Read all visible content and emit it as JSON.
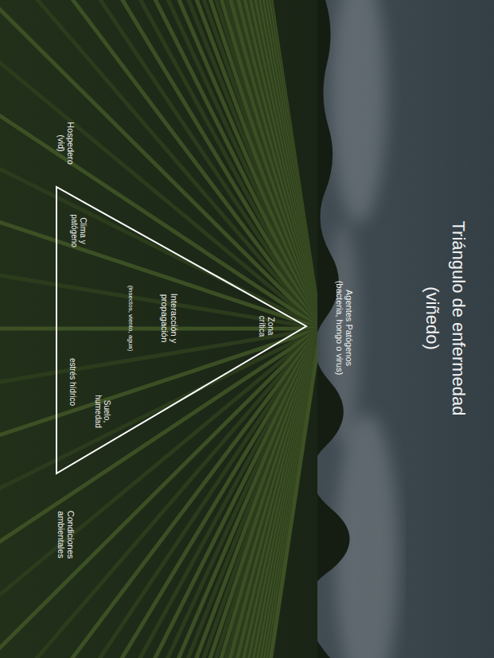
{
  "diagram": {
    "title": "Triángulo de enfermedad (viñedo)",
    "nodes": [
      {
        "text": [
          "Zona crítica",
          "Clima y patógeno",
          "Interacción y propagación",
          "(insectos, viento, agua)",
          "estrés hídrico",
          "Suelo, humedad"
        ]
      }
    ],
    "labels": [
      "Agentes Patógenos (bacteria, hongo o virus)",
      "Hospedero (vid)",
      "Condiciones ambientales"
    ]
  }
}
